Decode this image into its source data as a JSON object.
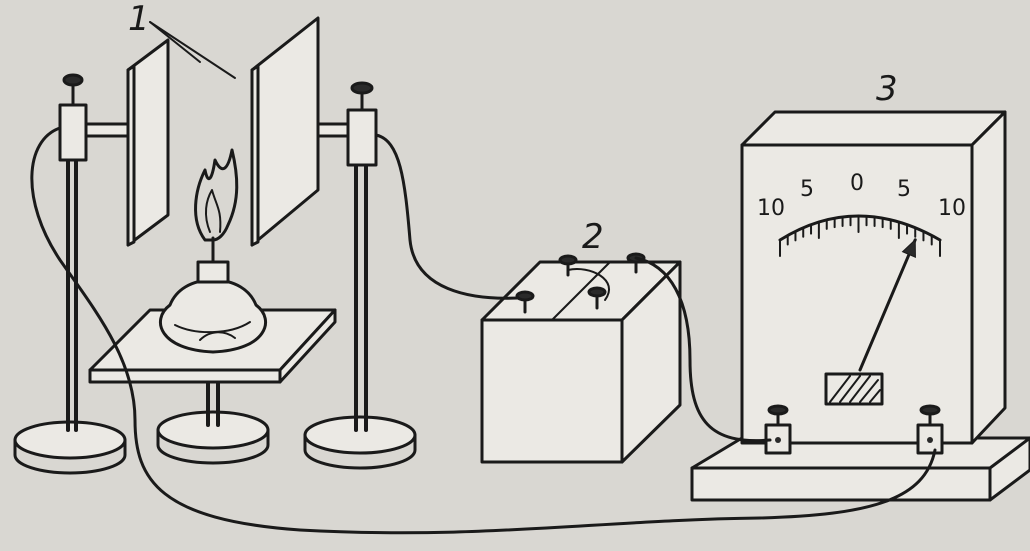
{
  "labels": {
    "plates": "1",
    "battery": "2",
    "meter": "3"
  },
  "meter": {
    "scale_labels": [
      "10",
      "5",
      "0",
      "5",
      "10"
    ],
    "needle_value": 7
  },
  "colors": {
    "ink": "#1a1a1a",
    "paper": "#d9d7d2"
  }
}
